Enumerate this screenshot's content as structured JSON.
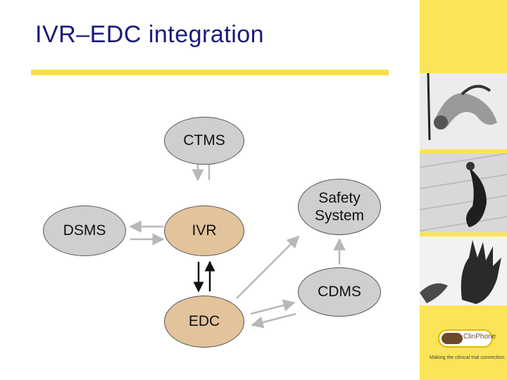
{
  "slide": {
    "title": "IVR–EDC integration"
  },
  "nodes": {
    "ctms": "CTMS",
    "dsms": "DSMS",
    "ivr": "IVR",
    "safety_line1": "Safety",
    "safety_line2": "System",
    "cdms": "CDMS",
    "edc": "EDC"
  },
  "logo": {
    "name": "ClinPhone",
    "tagline": "Making the clinical trial connection"
  },
  "colors": {
    "accent_yellow": "#f7e04a",
    "title_blue": "#1a1a7a",
    "node_gray": "#cfcfcf",
    "node_tan": "#e3c39b"
  }
}
